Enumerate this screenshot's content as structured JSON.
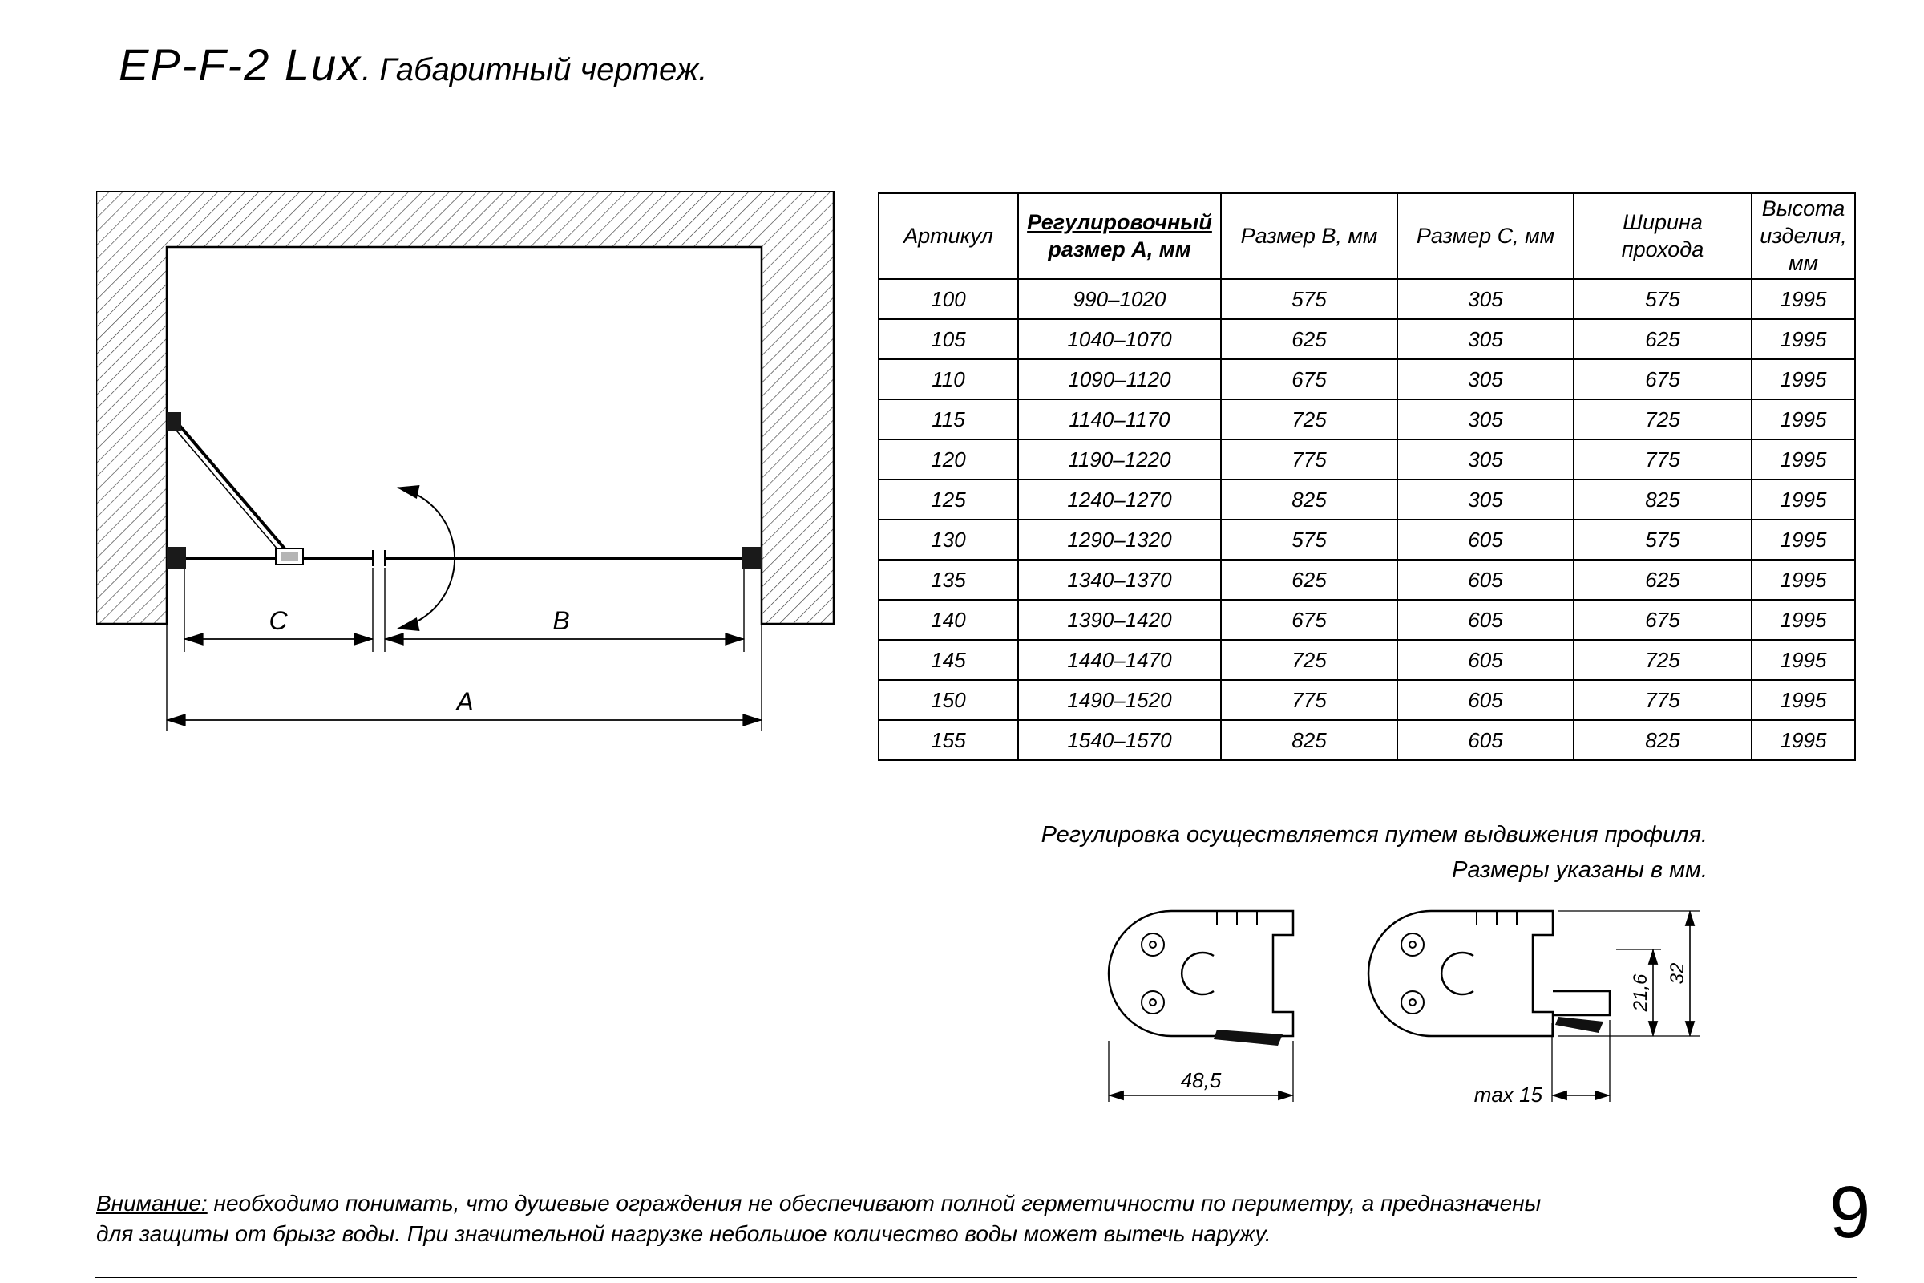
{
  "page": {
    "title_main": "EP-F-2 Lux",
    "title_rest": ". Габаритный чертеж.",
    "page_number": "9"
  },
  "drawing": {
    "dim_a_label": "A",
    "dim_b_label": "B",
    "dim_c_label": "C"
  },
  "table": {
    "headers": {
      "article": "Артикул",
      "size_a_line1": "Регулировочный",
      "size_a_line2": "размер А, мм",
      "size_b": "Размер В, мм",
      "size_c": "Размер С, мм",
      "passage_line1": "Ширина",
      "passage_line2": "прохода",
      "height": "Высота изделия, мм"
    },
    "rows": [
      [
        "100",
        "990–1020",
        "575",
        "305",
        "575",
        "1995"
      ],
      [
        "105",
        "1040–1070",
        "625",
        "305",
        "625",
        "1995"
      ],
      [
        "110",
        "1090–1120",
        "675",
        "305",
        "675",
        "1995"
      ],
      [
        "115",
        "1140–1170",
        "725",
        "305",
        "725",
        "1995"
      ],
      [
        "120",
        "1190–1220",
        "775",
        "305",
        "775",
        "1995"
      ],
      [
        "125",
        "1240–1270",
        "825",
        "305",
        "825",
        "1995"
      ],
      [
        "130",
        "1290–1320",
        "575",
        "605",
        "575",
        "1995"
      ],
      [
        "135",
        "1340–1370",
        "625",
        "605",
        "625",
        "1995"
      ],
      [
        "140",
        "1390–1420",
        "675",
        "605",
        "675",
        "1995"
      ],
      [
        "145",
        "1440–1470",
        "725",
        "605",
        "725",
        "1995"
      ],
      [
        "150",
        "1490–1520",
        "775",
        "605",
        "775",
        "1995"
      ],
      [
        "155",
        "1540–1570",
        "825",
        "605",
        "825",
        "1995"
      ]
    ]
  },
  "notes": {
    "line1": "Регулировка осуществляется путем выдвижения профиля.",
    "line2": "Размеры указаны в мм."
  },
  "profiles": {
    "width_label": "48,5",
    "max_label": "max 15",
    "inner_height_label": "21,6",
    "outer_height_label": "32"
  },
  "footer": {
    "warning_label": "Внимание:",
    "warning_rest": " необходимо понимать, что душевые ограждения не обеспечивают полной герметичности по периметру, а предназначены",
    "warning_line2": "для защиты от брызг воды. При значительной нагрузке небольшое количество воды может вытечь наружу."
  }
}
